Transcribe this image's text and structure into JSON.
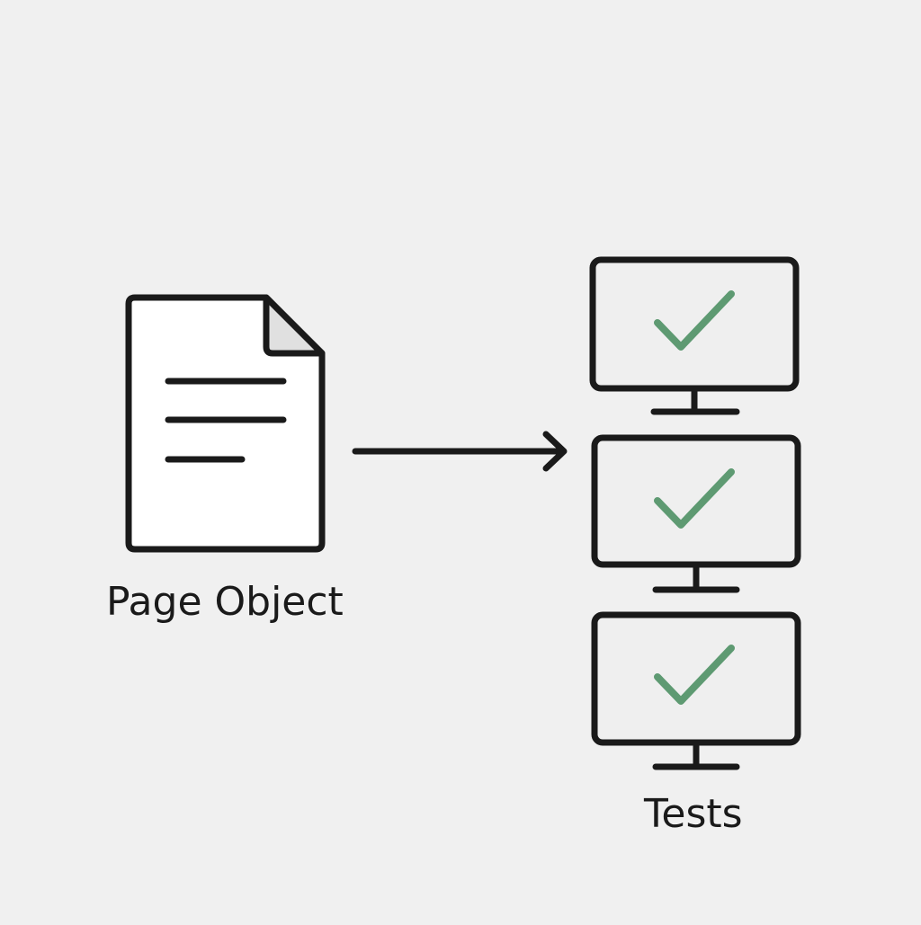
{
  "colors": {
    "background": "#f0f0f0",
    "stroke": "#1a1a1a",
    "document_fill": "#ffffff",
    "fold_fill": "#e0e0e0",
    "screen_fill": "#efefef",
    "check": "#5e9a72"
  },
  "icons": {
    "source": "document-icon",
    "connector": "arrow-right-icon",
    "targets": "monitor-icon",
    "status": "checkmark-icon"
  },
  "labels": {
    "page_object": "Page Object",
    "tests": "Tests"
  },
  "tests": {
    "monitors": [
      {
        "status": "pass"
      },
      {
        "status": "pass"
      },
      {
        "status": "pass"
      }
    ]
  }
}
